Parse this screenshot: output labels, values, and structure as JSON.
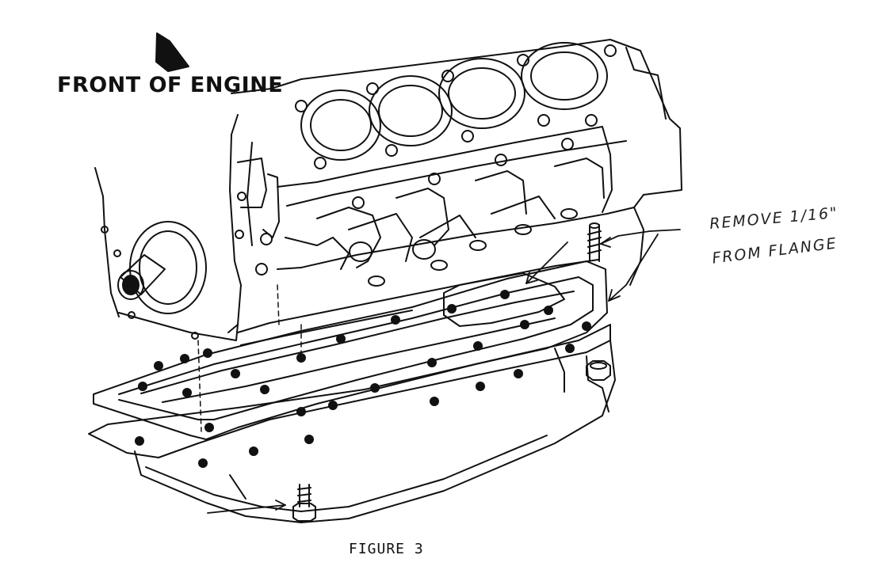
{
  "diagram": {
    "front_label": "FRONT OF ENGINE",
    "note_line_1": "REMOVE 1/16\"",
    "note_line_2": "FROM FLANGE",
    "caption": "FIGURE 3"
  },
  "colors": {
    "ink": "#111111",
    "paper": "#ffffff"
  },
  "icons": {
    "direction": "front-direction-arrow-icon"
  }
}
